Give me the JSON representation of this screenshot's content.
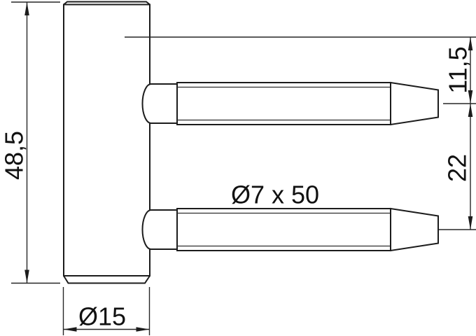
{
  "drawing": {
    "kind": "technical-drawing",
    "colors": {
      "line": "#1c1c1c",
      "background": "#ffffff"
    },
    "labels": {
      "overall_height": "48,5",
      "offset_top": "11,5",
      "pin_pitch": "22",
      "pin_size": "Ø7 x 50",
      "body_diameter": "Ø15"
    }
  }
}
